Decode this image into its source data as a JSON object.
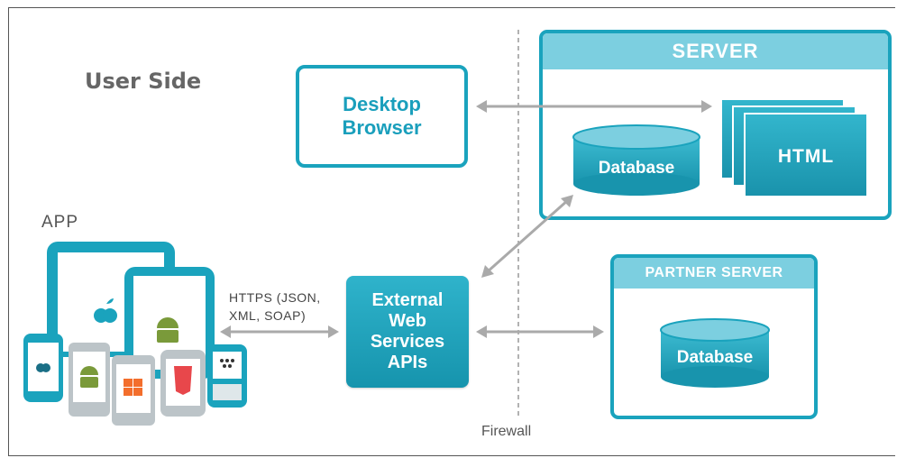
{
  "labels": {
    "user_side": "User Side",
    "app": "APP",
    "firewall": "Firewall",
    "protocol_line1": "HTTPS (JSON,",
    "protocol_line2": "XML, SOAP)"
  },
  "desktop": {
    "line1": "Desktop",
    "line2": "Browser"
  },
  "server": {
    "title": "SERVER",
    "database": "Database",
    "html": "HTML"
  },
  "partner": {
    "title": "PARTNER SERVER",
    "database": "Database"
  },
  "api": {
    "line1": "External",
    "line2": "Web",
    "line3": "Services",
    "line4": "APIs"
  },
  "colors": {
    "accent": "#1aa3bd",
    "header": "#7ccfe0",
    "arrow": "#aaaaaa"
  }
}
